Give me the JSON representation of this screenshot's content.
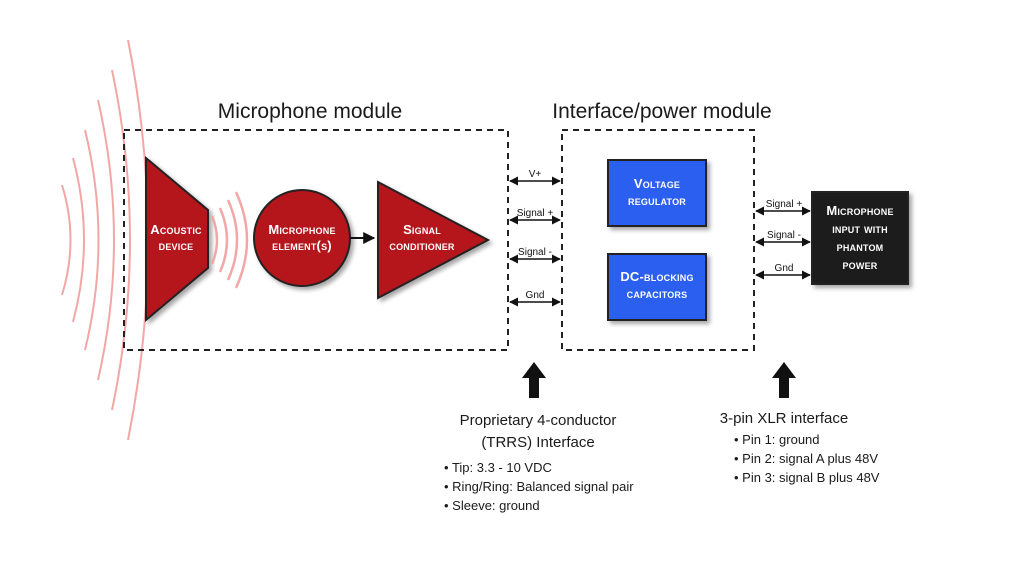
{
  "titles": {
    "microphone_module": "Microphone module",
    "interface_module": "Interface/power module"
  },
  "blocks": {
    "acoustic_device": [
      "Acoustic",
      "device"
    ],
    "microphone_element": [
      "Microphone",
      "element(s)"
    ],
    "signal_conditioner": [
      "Signal",
      "conditioner"
    ],
    "voltage_regulator": [
      "Voltage",
      "regulator"
    ],
    "dc_blocking": [
      "DC-blocking",
      "capacitors"
    ],
    "mic_input": [
      "Microphone",
      "input with",
      "phantom",
      "power"
    ]
  },
  "left_signals": [
    "V+",
    "Signal +",
    "Signal -",
    "Gnd"
  ],
  "right_signals": [
    "Signal +",
    "Signal -",
    "Gnd"
  ],
  "trrs": {
    "title": [
      "Proprietary 4-conductor",
      "(TRRS) Interface"
    ],
    "bullets": [
      "Tip: 3.3 - 10 VDC",
      "Ring/Ring: Balanced signal pair",
      "Sleeve: ground"
    ]
  },
  "xlr": {
    "title": "3-pin XLR interface",
    "bullets": [
      "Pin 1: ground",
      "Pin 2: signal A plus 48V",
      "Pin 3: signal B plus 48V"
    ]
  },
  "colors": {
    "red": "#b5121b",
    "blue": "#2a5ff0",
    "black": "#1a1a1a",
    "wave": "#f2a7a7"
  }
}
